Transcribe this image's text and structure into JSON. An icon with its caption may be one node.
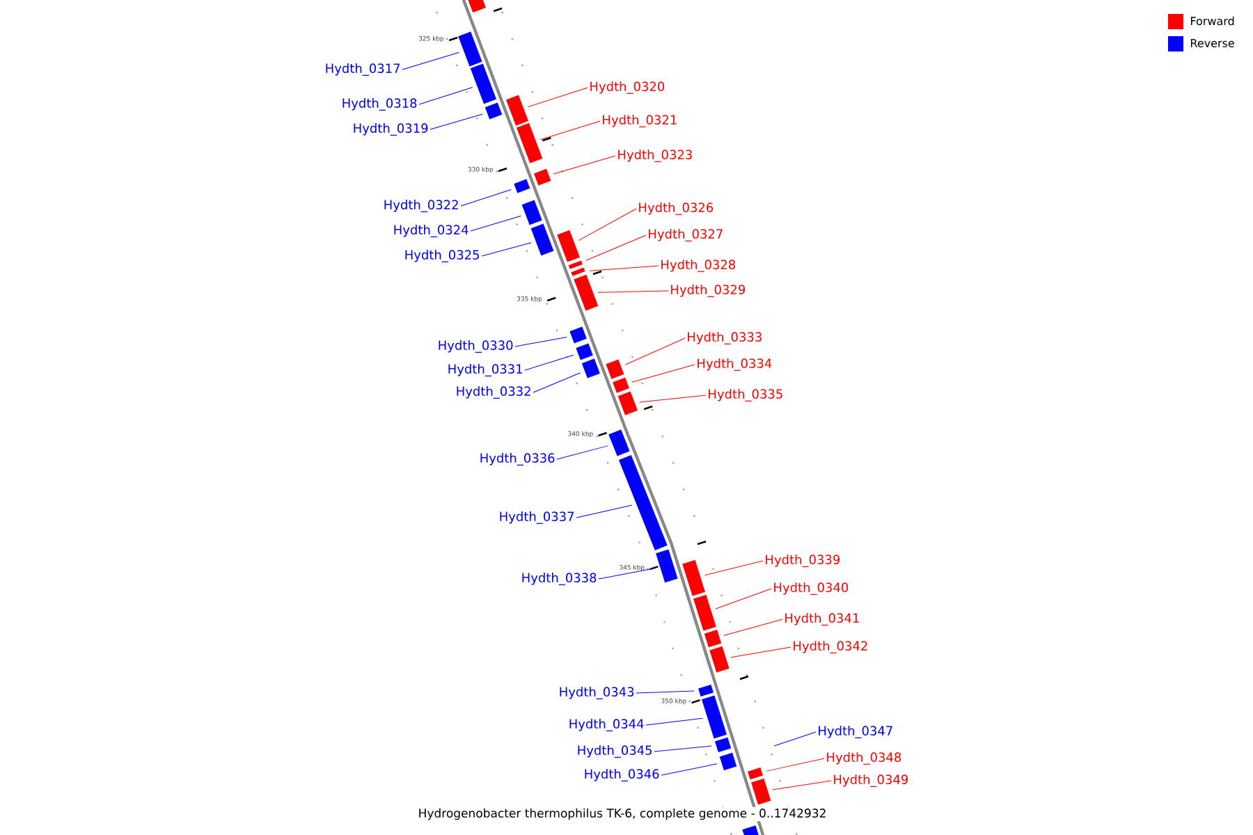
{
  "diagram": {
    "caption": "Hydrogenobacter thermophilus TK-6, complete genome - 0..1742932",
    "nodes": [
      {
        "text": [
          "Hydth_0317"
        ]
      },
      {
        "text": [
          "Hydth_0320"
        ]
      },
      {
        "text": [
          "Hydth_0318"
        ]
      },
      {
        "text": [
          "Hydth_0321"
        ]
      },
      {
        "text": [
          "Hydth_0319"
        ]
      },
      {
        "text": [
          "Hydth_0323"
        ]
      },
      {
        "text": [
          "Hydth_0322"
        ]
      },
      {
        "text": [
          "Hydth_0326"
        ]
      },
      {
        "text": [
          "Hydth_0324"
        ]
      },
      {
        "text": [
          "Hydth_0327"
        ]
      },
      {
        "text": [
          "Hydth_0325"
        ]
      },
      {
        "text": [
          "Hydth_0328"
        ]
      },
      {
        "text": [
          "Hydth_0329"
        ]
      },
      {
        "text": [
          "Hydth_0333"
        ]
      },
      {
        "text": [
          "Hydth_0330"
        ]
      },
      {
        "text": [
          "Hydth_0334"
        ]
      },
      {
        "text": [
          "Hydth_0331"
        ]
      },
      {
        "text": [
          "Hydth_0332"
        ]
      },
      {
        "text": [
          "Hydth_0335"
        ]
      },
      {
        "text": [
          "Hydth_0336"
        ]
      },
      {
        "text": [
          "Hydth_0337"
        ]
      },
      {
        "text": [
          "Hydth_0339"
        ]
      },
      {
        "text": [
          "Hydth_0338"
        ]
      },
      {
        "text": [
          "Hydth_0340"
        ]
      },
      {
        "text": [
          "Hydth_0341"
        ]
      },
      {
        "text": [
          "Hydth_0342"
        ]
      },
      {
        "text": [
          "Hydth_0343"
        ]
      },
      {
        "text": [
          "Hydth_0344"
        ]
      },
      {
        "text": [
          "Hydth_0347"
        ]
      },
      {
        "text": [
          "Hydth_0345"
        ]
      },
      {
        "text": [
          "Hydth_0348"
        ]
      },
      {
        "text": [
          "Hydth_0346"
        ]
      },
      {
        "text": [
          "Hydth_0349"
        ]
      },
      {
        "text": [],
        "shape": "bar"
      },
      {
        "text": [],
        "shape": "bar"
      },
      {
        "text": [],
        "shape": "bar"
      },
      {
        "text": [],
        "shape": "bar"
      },
      {
        "text": [],
        "shape": "bar"
      },
      {
        "text": [],
        "shape": "bar"
      },
      {
        "text": [],
        "shape": "bar"
      },
      {
        "text": [],
        "shape": "bar"
      },
      {
        "text": [],
        "shape": "bar"
      },
      {
        "text": [],
        "shape": "bar"
      },
      {
        "text": [],
        "shape": "bar"
      },
      {
        "text": [],
        "shape": "bar"
      },
      {
        "text": [],
        "shape": "bar"
      },
      {
        "text": [],
        "shape": "bar"
      },
      {
        "text": [],
        "shape": "bar"
      },
      {
        "text": [],
        "shape": "bar"
      },
      {
        "text": [],
        "shape": "bar"
      },
      {
        "text": [],
        "shape": "bar"
      },
      {
        "text": [],
        "shape": "bar"
      },
      {
        "text": [],
        "shape": "bar"
      },
      {
        "text": [],
        "shape": "bar"
      },
      {
        "text": [],
        "shape": "bar"
      },
      {
        "text": [],
        "shape": "bar"
      },
      {
        "text": [],
        "shape": "bar"
      },
      {
        "text": [],
        "shape": "bar"
      },
      {
        "text": [],
        "shape": "bar"
      },
      {
        "text": [],
        "shape": "bar"
      },
      {
        "text": [],
        "shape": "bar"
      },
      {
        "text": [],
        "shape": "bar"
      },
      {
        "text": [],
        "shape": "bar"
      },
      {
        "text": [],
        "shape": "bar"
      },
      {
        "text": [],
        "shape": "bar"
      }
    ],
    "edges": [
      {
        "from": 0,
        "to": 33,
        "arrow": "none",
        "color": "#0000ff"
      },
      {
        "from": 1,
        "to": 34,
        "arrow": "none",
        "color": "#ff0000"
      },
      {
        "from": 2,
        "to": 35,
        "arrow": "none",
        "color": "#0000ff"
      },
      {
        "from": 3,
        "to": 36,
        "arrow": "none",
        "color": "#ff0000"
      },
      {
        "from": 4,
        "to": 37,
        "arrow": "none",
        "color": "#0000ff"
      },
      {
        "from": 5,
        "to": 38,
        "arrow": "none",
        "color": "#ff0000"
      },
      {
        "from": 6,
        "to": 39,
        "arrow": "none",
        "color": "#0000ff"
      },
      {
        "from": 7,
        "to": 40,
        "arrow": "none",
        "color": "#ff0000"
      },
      {
        "from": 8,
        "to": 41,
        "arrow": "none",
        "color": "#0000ff"
      },
      {
        "from": 9,
        "to": 42,
        "arrow": "none",
        "color": "#ff0000"
      },
      {
        "from": 10,
        "to": 43,
        "arrow": "none",
        "color": "#0000ff"
      },
      {
        "from": 11,
        "to": 44,
        "arrow": "none",
        "color": "#ff0000"
      },
      {
        "from": 12,
        "to": 45,
        "arrow": "none",
        "color": "#ff0000"
      },
      {
        "from": 13,
        "to": 46,
        "arrow": "none",
        "color": "#ff0000"
      },
      {
        "from": 14,
        "to": 47,
        "arrow": "none",
        "color": "#0000ff"
      },
      {
        "from": 15,
        "to": 48,
        "arrow": "none",
        "color": "#ff0000"
      },
      {
        "from": 16,
        "to": 49,
        "arrow": "none",
        "color": "#0000ff"
      },
      {
        "from": 17,
        "to": 50,
        "arrow": "none",
        "color": "#0000ff"
      },
      {
        "from": 18,
        "to": 51,
        "arrow": "none",
        "color": "#ff0000"
      },
      {
        "from": 19,
        "to": 52,
        "arrow": "none",
        "color": "#0000ff"
      },
      {
        "from": 20,
        "to": 53,
        "arrow": "none",
        "color": "#0000ff"
      },
      {
        "from": 21,
        "to": 54,
        "arrow": "none",
        "color": "#ff0000"
      },
      {
        "from": 22,
        "to": 55,
        "arrow": "none",
        "color": "#0000ff"
      },
      {
        "from": 23,
        "to": 56,
        "arrow": "none",
        "color": "#ff0000"
      },
      {
        "from": 24,
        "to": 57,
        "arrow": "none",
        "color": "#ff0000"
      },
      {
        "from": 25,
        "to": 58,
        "arrow": "none",
        "color": "#ff0000"
      },
      {
        "from": 26,
        "to": 59,
        "arrow": "none",
        "color": "#0000ff"
      },
      {
        "from": 27,
        "to": 60,
        "arrow": "none",
        "color": "#0000ff"
      },
      {
        "from": 28,
        "to": null,
        "arrow": "none",
        "color": "#0000ff"
      },
      {
        "from": 29,
        "to": 61,
        "arrow": "none",
        "color": "#0000ff"
      },
      {
        "from": 30,
        "to": 62,
        "arrow": "none",
        "color": "#ff0000"
      },
      {
        "from": 31,
        "to": 63,
        "arrow": "none",
        "color": "#0000ff"
      },
      {
        "from": 32,
        "to": 64,
        "arrow": "none",
        "color": "#ff0000"
      }
    ],
    "labels": [
      "325 kbp",
      "330 kbp",
      "335 kbp",
      "340 kbp",
      "345 kbp",
      "350 kbp"
    ],
    "legend": [
      {
        "text": "Forward",
        "color": "#ff0000"
      },
      {
        "text": "Reverse",
        "color": "#0000ff"
      }
    ]
  }
}
